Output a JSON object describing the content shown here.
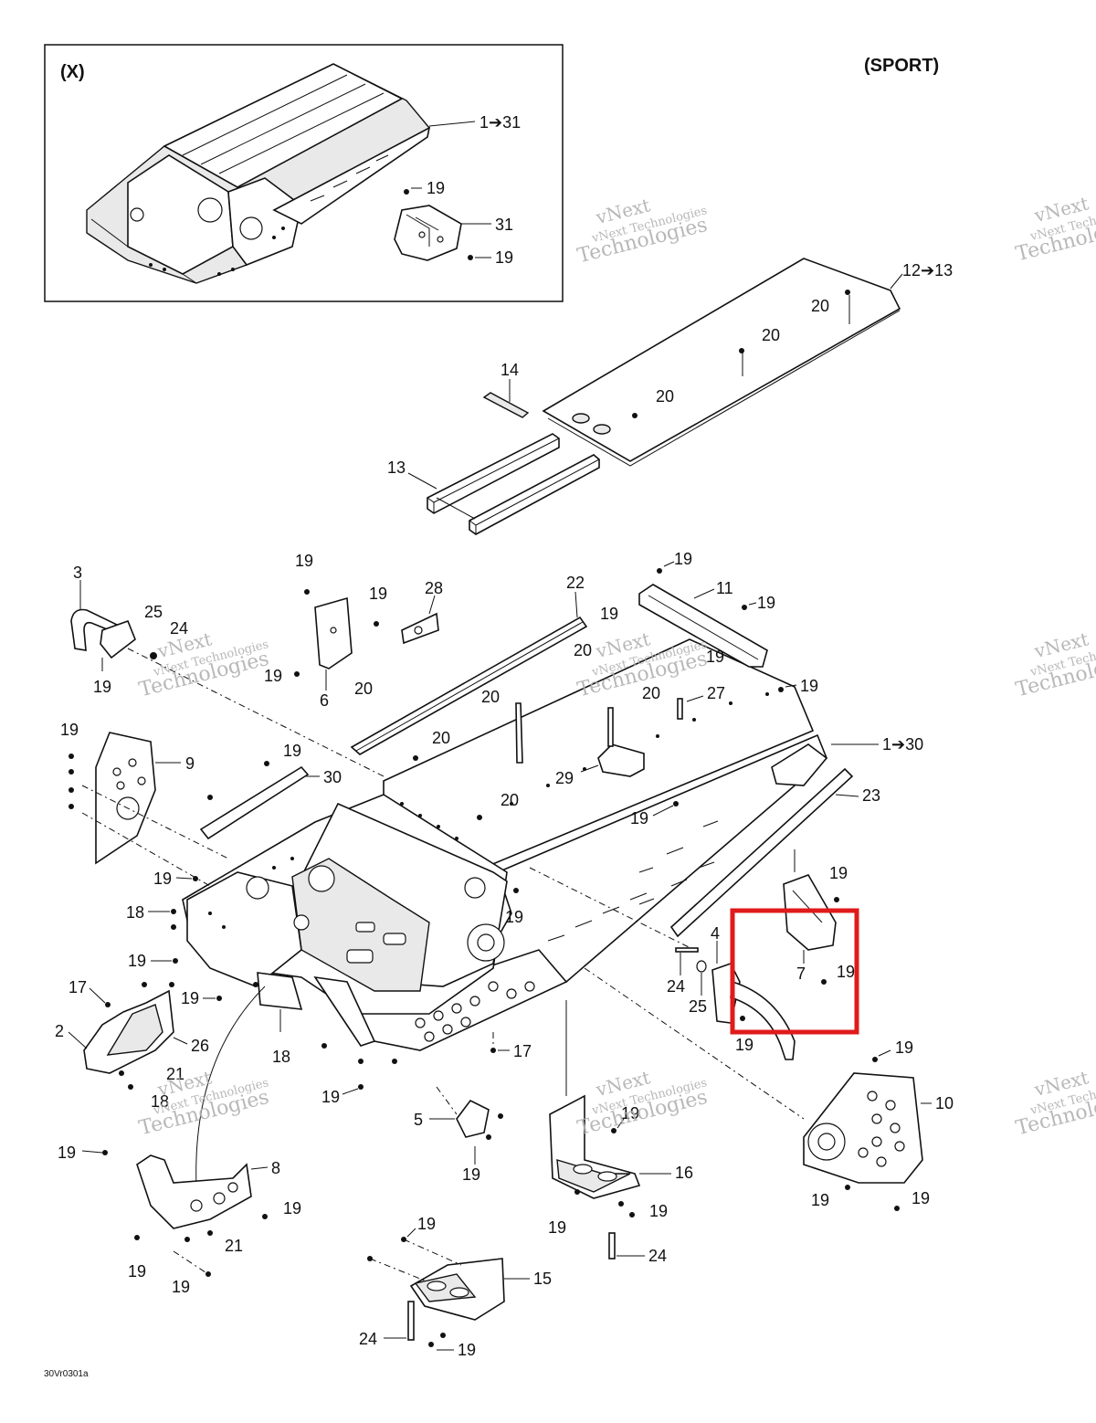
{
  "header": {
    "inset_label": "(X)",
    "variant_label": "(SPORT)"
  },
  "watermark": {
    "line1": "vNext",
    "line2": "vNext Technologies",
    "line3": "Technologies"
  },
  "footer": {
    "drawing_code": "30Vr0301a"
  },
  "inset_callouts": {
    "assembly": "1➔31",
    "bracket": "31",
    "screw_top": "19",
    "screw_bottom": "19"
  },
  "callouts": {
    "c12_13": "12➔13",
    "c20_a": "20",
    "c20_b": "20",
    "c20_c": "20",
    "c14": "14",
    "c13": "13",
    "c3": "3",
    "c25_a": "25",
    "c24_a": "24",
    "c19_a": "19",
    "c19_b": "19",
    "c6": "6",
    "c19_c": "19",
    "c28": "28",
    "c19_d": "19",
    "c20_d": "20",
    "c22": "22",
    "c20_e": "20",
    "c19_e": "19",
    "c11": "11",
    "c19_f": "19",
    "c19_g": "19",
    "c20_f": "20",
    "c19_h": "19",
    "c20_g": "20",
    "c27": "27",
    "c19_i": "19",
    "c20_h": "20",
    "c29": "29",
    "c1_30": "1➔30",
    "c19_j": "19",
    "c9": "9",
    "c19_k": "19",
    "c30": "30",
    "c20_i": "20",
    "c19_l": "19",
    "c23": "23",
    "c19_m": "19",
    "c18_a": "18",
    "c19_n": "19",
    "c19_o": "19",
    "c19_p": "19",
    "c4": "4",
    "c7": "7",
    "c19_q": "19",
    "c24_b": "24",
    "c25_b": "25",
    "c19_r": "19",
    "c17_a": "17",
    "c19_s": "19",
    "c2": "2",
    "c26": "26",
    "c21_a": "21",
    "c18_b": "18",
    "c18_c": "18",
    "c19_t": "19",
    "c17_b": "17",
    "c19_u": "19",
    "c10": "10",
    "c5": "5",
    "c19_v": "19",
    "c19_w": "19",
    "c16": "16",
    "c19_x": "19",
    "c19_y": "19",
    "c19_z": "19",
    "c19_aa": "19",
    "c8": "8",
    "c19_ab": "19",
    "c21_b": "21",
    "c19_ac": "19",
    "c19_ad": "19",
    "c19_ae": "19",
    "c15": "15",
    "c24_c": "24",
    "c19_af": "19",
    "c24_d": "24",
    "c19_ag": "19",
    "c19_ah": "19"
  },
  "highlight": {
    "color": "#e01b1b",
    "target_part": "7"
  }
}
